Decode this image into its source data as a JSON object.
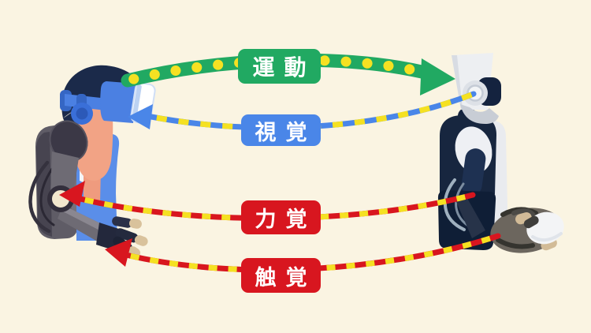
{
  "labels": {
    "motion": {
      "text": "運動",
      "color": "#21a962",
      "direction": "human-to-robot"
    },
    "vision": {
      "text": "視覚",
      "color": "#4a86e8",
      "direction": "robot-to-human"
    },
    "force": {
      "text": "力覚",
      "color": "#d8161f",
      "direction": "robot-to-human"
    },
    "touch": {
      "text": "触覚",
      "color": "#d8161f",
      "direction": "robot-to-human"
    }
  },
  "icons": {
    "human": "human-operator-with-vr-headset-and-exoskeleton-icon",
    "robot": "robot-holding-egg-icon"
  },
  "colors": {
    "background": "#faf4e2",
    "dash_yellow": "#f5e122",
    "motion_green": "#21a962",
    "vision_blue": "#4a86e8",
    "force_touch_red": "#d8161f"
  }
}
